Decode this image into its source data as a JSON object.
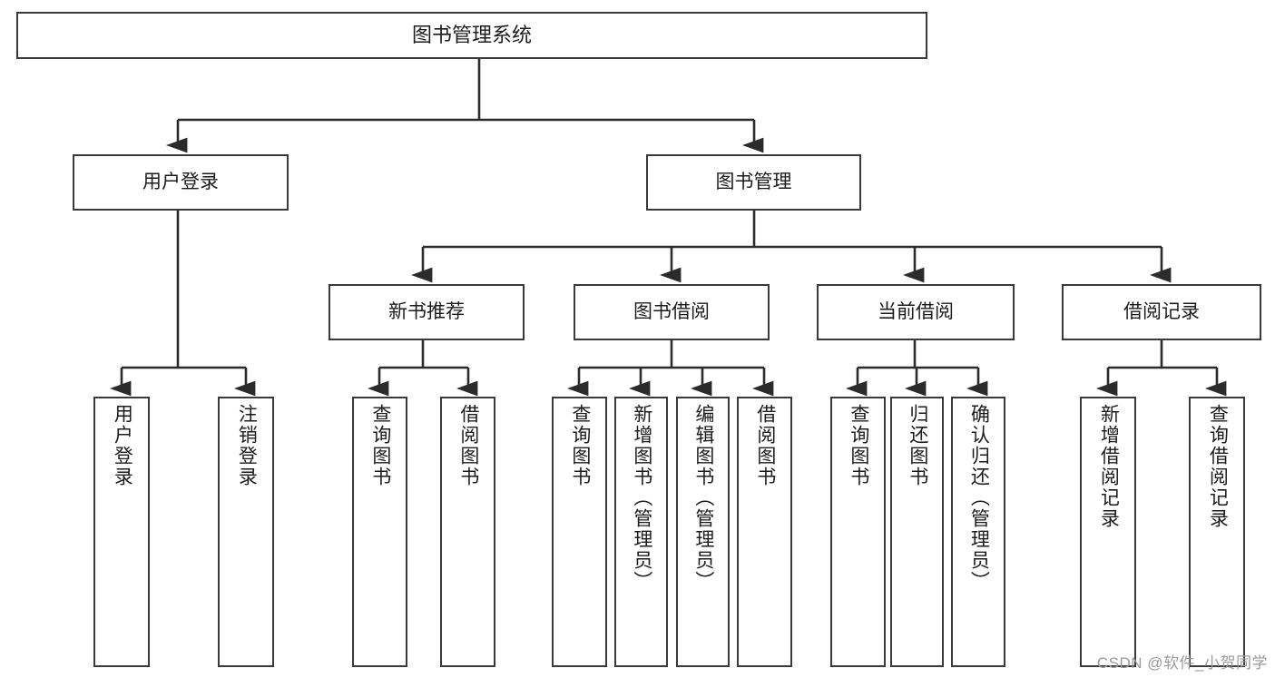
{
  "diagram": {
    "title": "图书管理系统",
    "type": "tree",
    "watermark": "CSDN @软件_小贺同学",
    "colors": {
      "box_border": "#3a3a3a",
      "box_fill": "#ffffff",
      "edge": "#2b2b2b",
      "text": "#1c1c1c",
      "watermark": "#9a9a9a"
    },
    "root": {
      "id": "root",
      "label": "图书管理系统",
      "level": 0
    },
    "level1": [
      {
        "id": "user-login",
        "label": "用户登录",
        "level": 1
      },
      {
        "id": "book-management",
        "label": "图书管理",
        "level": 1
      }
    ],
    "level2": [
      {
        "id": "new-book-recommend",
        "label": "新书推荐",
        "level": 2,
        "parent": "book-management"
      },
      {
        "id": "book-borrow",
        "label": "图书借阅",
        "level": 2,
        "parent": "book-management"
      },
      {
        "id": "current-borrow",
        "label": "当前借阅",
        "level": 2,
        "parent": "book-management"
      },
      {
        "id": "borrow-records",
        "label": "借阅记录",
        "level": 2,
        "parent": "book-management"
      }
    ],
    "leaves": [
      {
        "id": "leaf-user-login",
        "label": "用户登录",
        "parent": "user-login"
      },
      {
        "id": "leaf-user-logout",
        "label": "注销登录",
        "parent": "user-login"
      },
      {
        "id": "leaf-query-book-1",
        "label": "查询图书",
        "parent": "new-book-recommend"
      },
      {
        "id": "leaf-borrow-book-1",
        "label": "借阅图书",
        "parent": "new-book-recommend"
      },
      {
        "id": "leaf-query-book-2",
        "label": "查询图书",
        "parent": "book-borrow"
      },
      {
        "id": "leaf-add-book",
        "label": "新增图书（管理员）",
        "parent": "book-borrow"
      },
      {
        "id": "leaf-edit-book",
        "label": "编辑图书（管理员）",
        "parent": "book-borrow"
      },
      {
        "id": "leaf-borrow-book-2",
        "label": "借阅图书",
        "parent": "book-borrow"
      },
      {
        "id": "leaf-query-book-3",
        "label": "查询图书",
        "parent": "current-borrow"
      },
      {
        "id": "leaf-return-book",
        "label": "归还图书",
        "parent": "current-borrow"
      },
      {
        "id": "leaf-confirm-return",
        "label": "确认归还（管理员）",
        "parent": "current-borrow"
      },
      {
        "id": "leaf-add-record",
        "label": "新增借阅记录",
        "parent": "borrow-records"
      },
      {
        "id": "leaf-query-record",
        "label": "查询借阅记录",
        "parent": "borrow-records"
      }
    ]
  }
}
